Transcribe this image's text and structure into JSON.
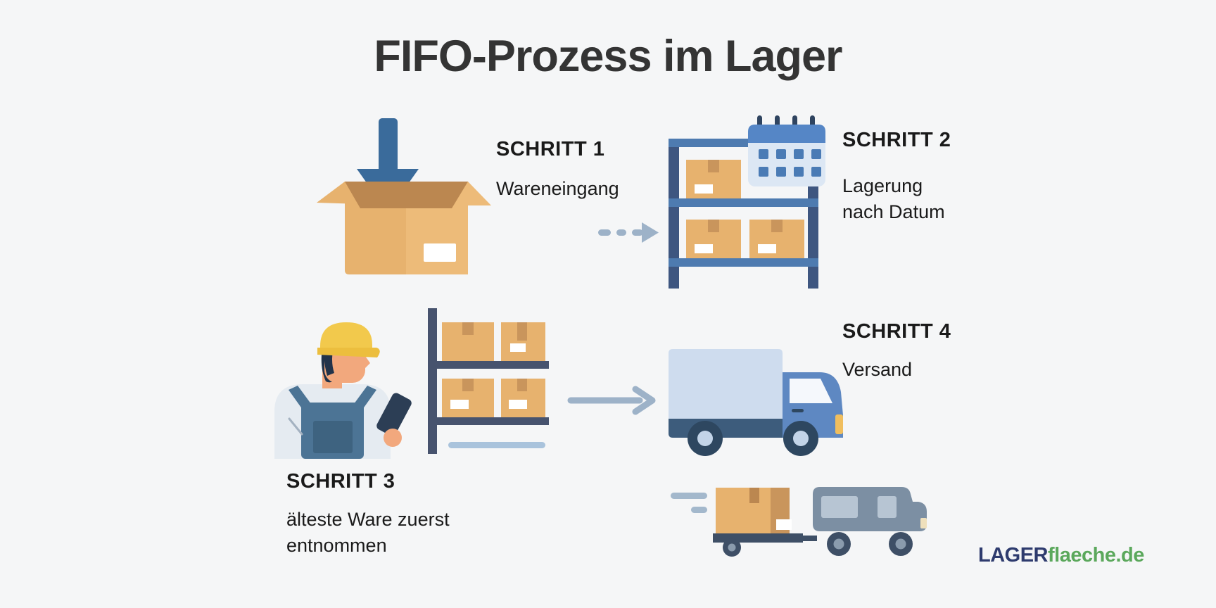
{
  "title": "FIFO-Prozess im Lager",
  "steps": [
    {
      "label": "SCHRITT 1",
      "lines": [
        "Wareneingang"
      ]
    },
    {
      "label": "SCHRITT 2",
      "lines": [
        "Lagerung",
        "nach Datum"
      ]
    },
    {
      "label": "SCHRITT 3",
      "lines": [
        "älteste Ware zuerst",
        "entnommen"
      ]
    },
    {
      "label": "SCHRITT 4",
      "lines": [
        "Versand"
      ]
    }
  ],
  "logo": {
    "prefix": "LAGER",
    "suffix": "flaeche.de"
  },
  "icons": {
    "step1": "box-receiving-icon",
    "step2": "shelf-calendar-icon",
    "step3": "worker-picking-icon",
    "step4": "truck-icon",
    "flow12": "dashed-arrow-icon",
    "flow34": "solid-arrow-icon",
    "footer": "delivery-trailer-icon"
  },
  "palette": {
    "background": "#f5f6f7",
    "heading": "#343434",
    "text": "#1a1a1a",
    "carton": "#e7b26e",
    "carton_dark": "#c9955c",
    "carton_shadow": "#bb8750",
    "arrow_blue": "#3a6b9b",
    "flow_arrow": "#9db2c8",
    "shelf_beam": "#4e7bb0",
    "shelf_post": "#3e5680",
    "shelf_dark": "#47536e",
    "calendar_header": "#5586c6",
    "calendar_body": "#dce7f4",
    "calendar_grid": "#4a7bb5",
    "cap_yellow": "#f2c94c",
    "skin": "#f2a87d",
    "shirt": "#e5ebf1",
    "overalls": "#4c7495",
    "truck_cargo": "#cedcee",
    "truck_cab": "#5e88c2",
    "truck_chassis": "#3d5c7c",
    "wheel_dark": "#2e4760",
    "wheel_hub": "#c3d4e8",
    "headlight": "#f0be5e",
    "van_gray": "#7c8fa3",
    "van_window": "#b7c5d3",
    "trailer_dark": "#3e4f66",
    "logo_navy": "#2e3b6e",
    "logo_green": "#5ba85c",
    "speed_line": "#a3b8cc",
    "light_bar": "#a9c3dc",
    "label_white": "#ffffff"
  }
}
